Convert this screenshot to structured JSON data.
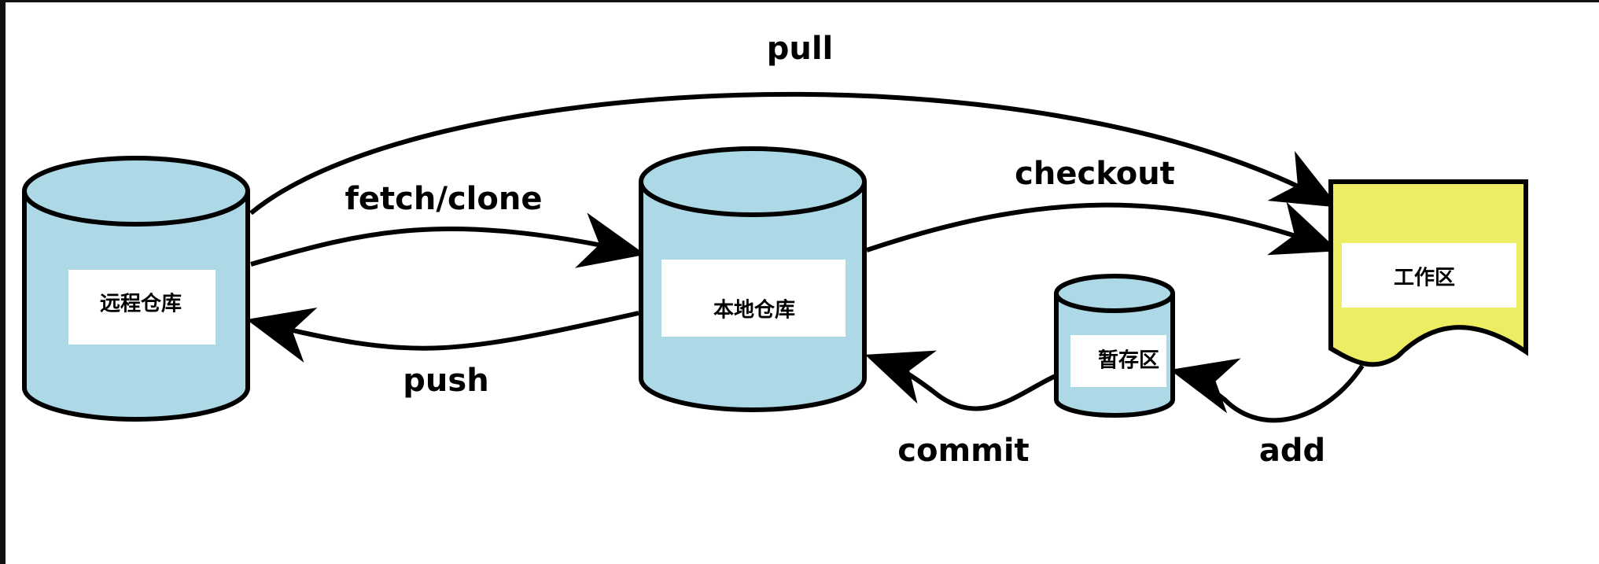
{
  "colors": {
    "repository_fill": "#add8e6",
    "workspace_fill": "#eded63",
    "stroke": "#000000",
    "label_box": "#ffffff"
  },
  "nodes": {
    "remote_repo": "远程仓库",
    "local_repo": "本地仓库",
    "staging_area": "暂存区",
    "workspace": "工作区"
  },
  "edges": {
    "pull": "pull",
    "fetch_clone": "fetch/clone",
    "push": "push",
    "checkout": "checkout",
    "commit": "commit",
    "add": "add"
  }
}
